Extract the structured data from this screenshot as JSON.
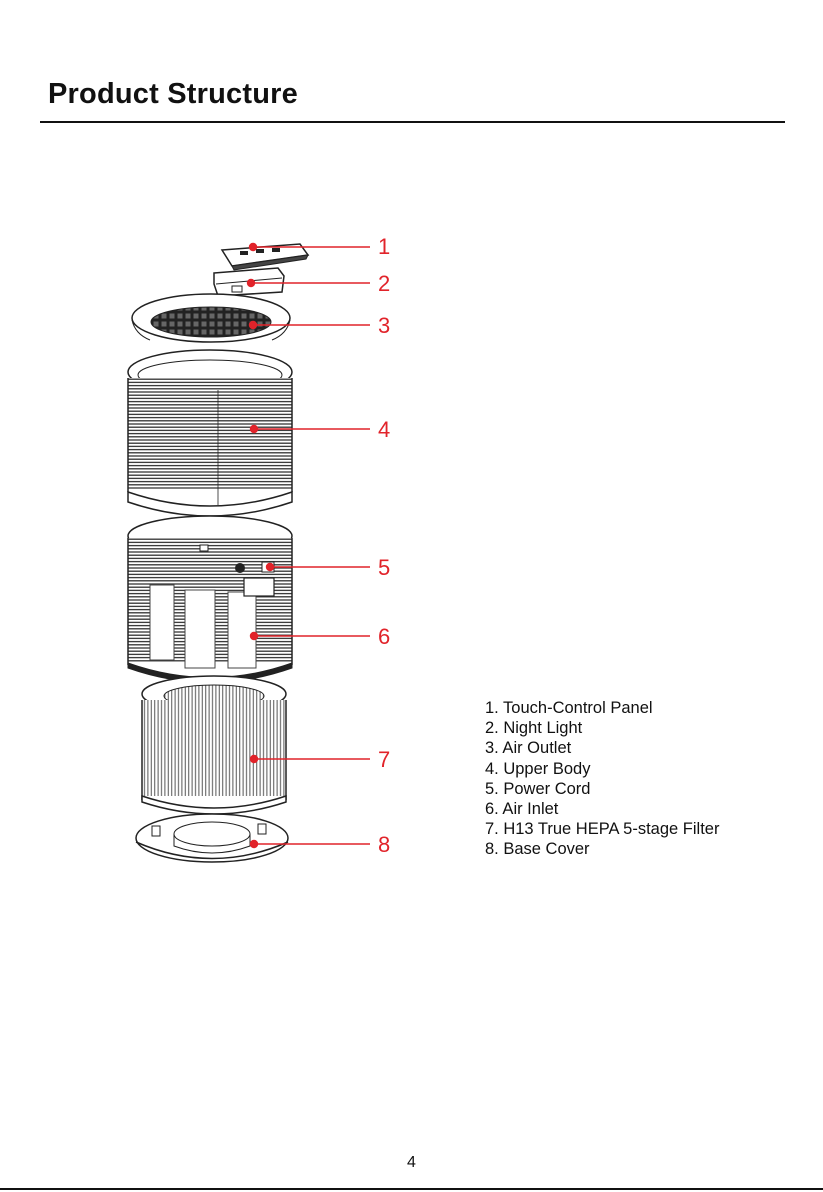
{
  "page": {
    "title": "Product Structure",
    "page_number": "4"
  },
  "callouts": [
    "1",
    "2",
    "3",
    "4",
    "5",
    "6",
    "7",
    "8"
  ],
  "legend": [
    "1. Touch-Control Panel",
    "2. Night Light",
    "3. Air Outlet",
    "4. Upper Body",
    "5. Power Cord",
    "6. Air Inlet",
    "7. H13 True HEPA 5-stage Filter",
    "8. Base Cover"
  ],
  "colors": {
    "callout": "#e1232a",
    "line_art": "#222222"
  }
}
